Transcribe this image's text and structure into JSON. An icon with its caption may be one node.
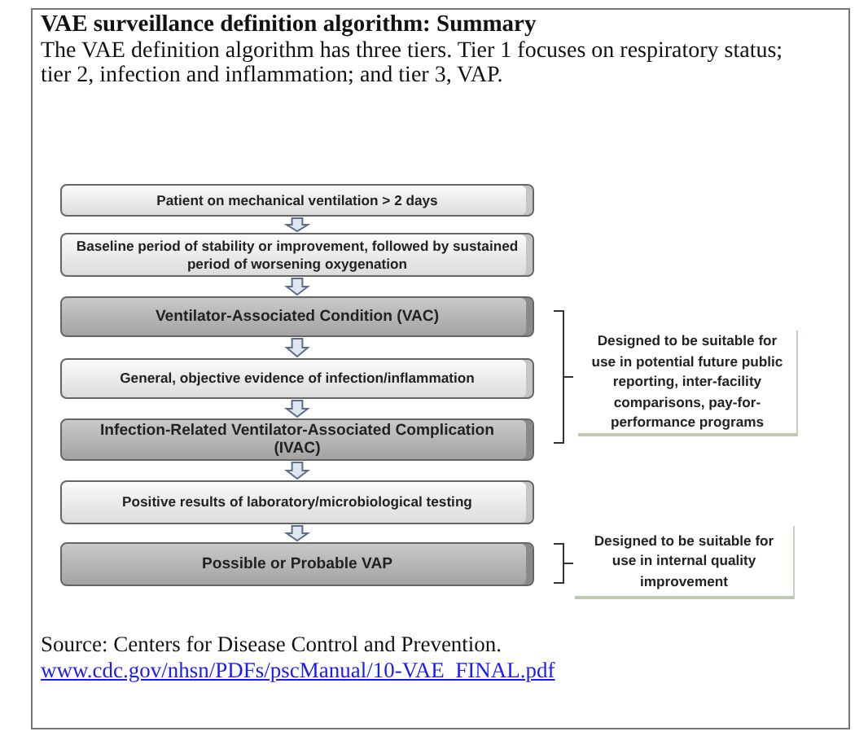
{
  "diagram": {
    "title": "VAE surveillance definition algorithm: Summary",
    "nodes": [
      {
        "text": [
          "Patient on mechanical ventilation > 2 days"
        ]
      },
      {
        "text": [
          "Baseline period of stability or improvement, followed by sustained period of worsening oxygenation"
        ]
      },
      {
        "text": [
          "Ventilator-Associated Condition (VAC)"
        ]
      },
      {
        "text": [
          "General, objective evidence of infection/inflammation"
        ]
      },
      {
        "text": [
          "Infection-Related Ventilator-Associated Complication (IVAC)"
        ]
      },
      {
        "text": [
          "Positive results of laboratory/microbiological testing"
        ]
      },
      {
        "text": [
          "Possible or Probable VAP"
        ]
      },
      {
        "text": [
          "Designed to be suitable for use in potential future public reporting, inter-facility comparisons, pay-for-performance programs"
        ]
      },
      {
        "text": [
          "Designed to be suitable for use in internal quality improvement"
        ]
      }
    ],
    "edges": [
      {
        "from": 0,
        "to": 1,
        "arrow": "to"
      },
      {
        "from": 1,
        "to": 2,
        "arrow": "to"
      },
      {
        "from": 2,
        "to": 3,
        "arrow": "to"
      },
      {
        "from": 3,
        "to": 4,
        "arrow": "to"
      },
      {
        "from": 4,
        "to": 5,
        "arrow": "to"
      },
      {
        "from": 5,
        "to": 6,
        "arrow": "to"
      }
    ],
    "labels": [
      "The VAE definition algorithm has three tiers. Tier 1 focuses on respiratory status; tier 2, infection and inflammation; and tier 3, VAP.",
      "Source: Centers for Disease Control and Prevention.",
      "www.cdc.gov/nhsn/PDFs/pscManual/10-VAE_FINAL.pdf"
    ]
  }
}
